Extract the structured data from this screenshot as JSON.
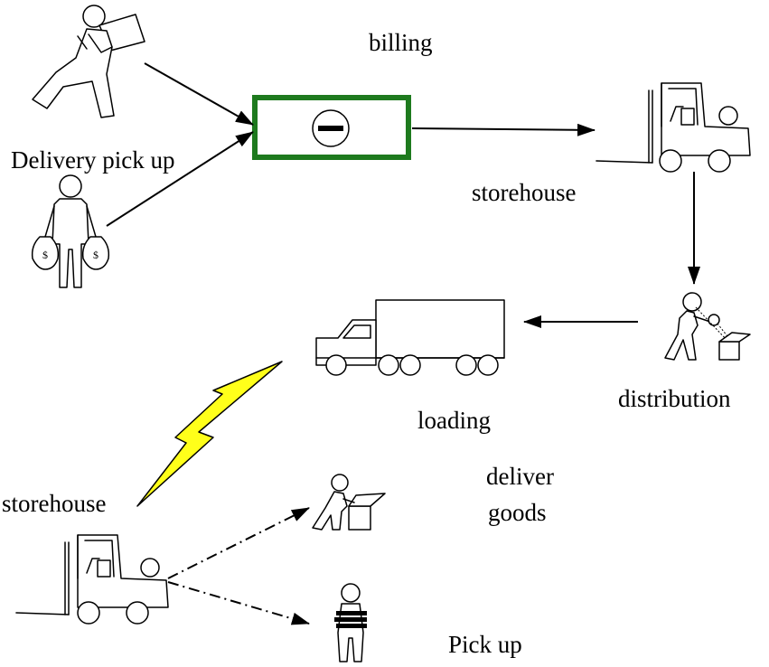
{
  "labels": {
    "billing": "billing",
    "delivery_pick_up": "Delivery pick up",
    "storehouse_top": "storehouse",
    "distribution": "distribution",
    "loading": "loading",
    "storehouse_bottom": "storehouse",
    "deliver_goods_line1": "deliver",
    "deliver_goods_line2": "goods",
    "pick_up": "Pick up"
  },
  "icons": {
    "bag_symbol": "$"
  },
  "colors": {
    "billing_box_border": "#1e7a1e",
    "lightning_fill": "#ffff1a"
  }
}
